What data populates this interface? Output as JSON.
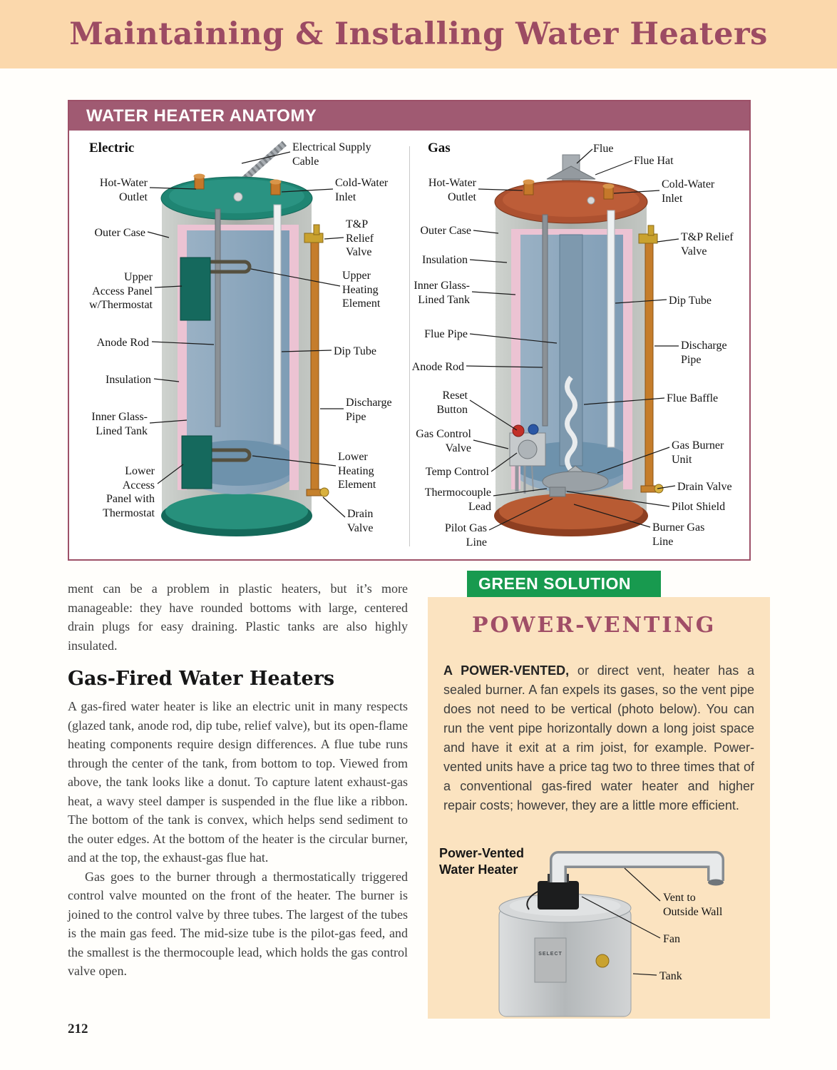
{
  "page": {
    "title": "Maintaining & Installing Water Heaters",
    "page_number": "212"
  },
  "colors": {
    "band_peach": "#fbd8ac",
    "title_maroon": "#9c4b63",
    "anatomy_bar": "#a05a72",
    "green_banner": "#189a4f",
    "sidebar_peach": "#fbe3c0",
    "electric_teal": "#1f8573",
    "gas_red_brown": "#ad5130",
    "pipe_orange": "#c57d2b"
  },
  "anatomy": {
    "title": "WATER HEATER ANATOMY",
    "electric": {
      "caption": "Electric",
      "labels": {
        "hot_water_outlet": "Hot-Water\nOutlet",
        "outer_case": "Outer Case",
        "upper_access": "Upper\nAccess Panel\nw/Thermostat",
        "anode_rod": "Anode Rod",
        "insulation": "Insulation",
        "inner_tank": "Inner Glass-\nLined Tank",
        "lower_access": "Lower\nAccess\nPanel with\nThermostat",
        "electrical_supply": "Electrical Supply\nCable",
        "cold_water_inlet": "Cold-Water\nInlet",
        "tp_relief": "T&P\nRelief\nValve",
        "upper_heating": "Upper\nHeating\nElement",
        "dip_tube": "Dip Tube",
        "discharge_pipe": "Discharge\nPipe",
        "lower_heating": "Lower\nHeating\nElement",
        "drain_valve": "Drain\nValve"
      }
    },
    "gas": {
      "caption": "Gas",
      "labels": {
        "flue": "Flue",
        "flue_hat": "Flue Hat",
        "hot_water_outlet": "Hot-Water\nOutlet",
        "outer_case": "Outer Case",
        "insulation": "Insulation",
        "inner_tank": "Inner Glass-\nLined Tank",
        "flue_pipe": "Flue Pipe",
        "anode_rod": "Anode Rod",
        "reset_button": "Reset\nButton",
        "gas_control_valve": "Gas Control\nValve",
        "temp_control": "Temp Control",
        "thermocouple_lead": "Thermocouple\nLead",
        "pilot_gas_line": "Pilot Gas\nLine",
        "cold_water_inlet": "Cold-Water\nInlet",
        "tp_relief": "T&P Relief\nValve",
        "dip_tube": "Dip Tube",
        "discharge_pipe": "Discharge\nPipe",
        "flue_baffle": "Flue Baffle",
        "gas_burner_unit": "Gas Burner\nUnit",
        "drain_valve": "Drain Valve",
        "pilot_shield": "Pilot Shield",
        "burner_gas_line": "Burner Gas\nLine"
      }
    }
  },
  "article": {
    "continued_paragraph": "ment can be a problem in plastic heaters, but it’s more manageable: they have rounded bottoms with large, centered drain plugs for easy draining. Plastic tanks are also highly insulated.",
    "heading": "Gas-Fired Water Heaters",
    "paragraph_1": "A gas-fired water heater is like an electric unit in many respects (glazed tank, anode rod, dip tube, relief valve), but its open-flame heating components require design differences. A flue tube runs through the center of the tank, from bottom to top. Viewed from above, the tank looks like a donut. To capture latent exhaust-gas heat, a wavy steel damper is suspended in the flue like a ribbon. The bottom of the tank is convex, which helps send sediment to the outer edges. At the bottom of the heater is the circular burner, and at the top, the exhaust-gas flue hat.",
    "paragraph_2": "Gas goes to the burner through a thermostatically triggered control valve mounted on the front of the heater. The burner is joined to the control valve by three tubes. The largest of the tubes is the main gas feed. The mid-size tube is the pilot-gas feed, and the smallest is the thermocouple lead, which holds the gas control valve open."
  },
  "sidebar": {
    "banner": "GREEN SOLUTION",
    "title": "POWER-VENTING",
    "lead_bold": "A POWER-VENTED,",
    "body": " or direct vent, heater has a sealed burner. A fan expels its gases, so the vent pipe does not need to be vertical (photo below). You can run the vent pipe horizontally down a long joist space and have it exit at a rim joist, for example. Power-vented units have a price tag two to three times that of a conventional gas-fired water heater and higher repair costs; however, they are a little more efficient.",
    "figure_label": "Power-Vented\nWater Heater",
    "callouts": {
      "vent": "Vent to\nOutside Wall",
      "fan": "Fan",
      "tank": "Tank"
    },
    "tank_brand": "SELECT"
  }
}
